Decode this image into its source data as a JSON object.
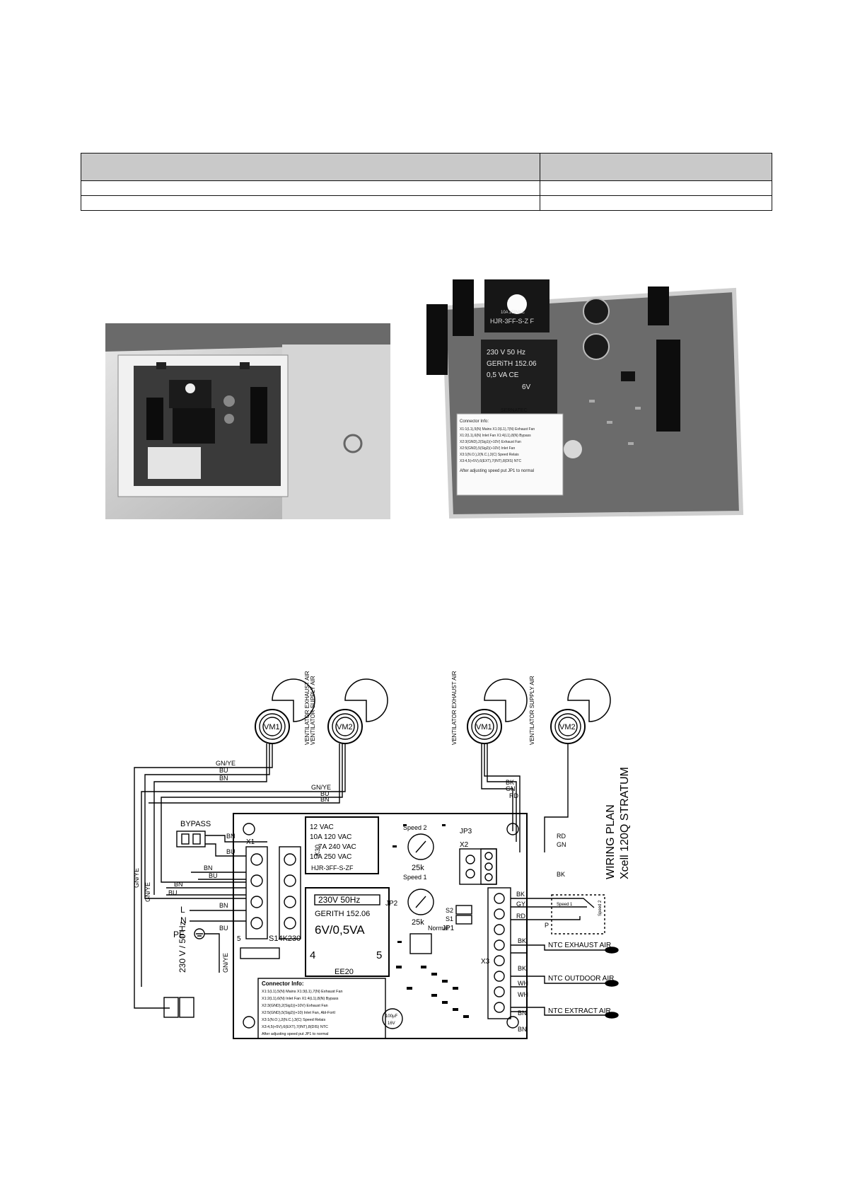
{
  "table": {
    "header": [
      "",
      ""
    ],
    "rows": [
      [
        "",
        ""
      ],
      [
        "",
        ""
      ]
    ]
  },
  "photo_right": {
    "relay_lines": [
      "HJR-3FF-S-Z F",
      "10A 250VAC"
    ],
    "transformer_lines": [
      "230 V 50 Hz",
      "GERiTH 152.06",
      "0,5 VA  CE",
      "6V"
    ],
    "brand": "SERNATEC",
    "label_title": "Connector Info:",
    "label_lines": [
      "X1:1(L1),5(N) Mains   X1:3(L1),7(N) Exhaust Fan",
      "X1:2(L1),6(N) Inlet Fan  X1:4(L1),8(N) Bypass",
      "X2:3(GND),2(Sig1)(+10V) Exhaust Fan",
      "X2:5(GND),5(Sig2)(+10V) Inlet Fan",
      "X3:1(N.O.),2(N.C.),3(C) Speed Relais",
      "X3:4,5(+5V),6(EXT),7(INT),8(DIS) NTC"
    ],
    "label_footer": "After adjusting speed put JP1 to normal"
  },
  "wiring": {
    "fans": [
      {
        "id": "VM1",
        "caption": "VENTILATOR EXHAUST AIR"
      },
      {
        "id": "VM2",
        "caption": "VENTILATOR SUPPLY AIR"
      },
      {
        "id": "VM1",
        "caption": "VENTILATOR EXHAUST AIR"
      },
      {
        "id": "VM2",
        "caption": "VENTILATOR SUPPLY AIR"
      }
    ],
    "title_line1": "WIRING PLAN",
    "title_line2": "Xcell 120Q   STRATUM",
    "relay_ratings": [
      "12 VAC",
      "10A 120 VAC",
      "7A 240 VAC",
      "10A 250 VAC"
    ],
    "relay_code": "K30",
    "relay_model": "HJR-3FF-S-ZF",
    "transformer": {
      "line1": "230V 50Hz",
      "line2": "GERITH  152.06",
      "line3": "6V/0,5VA",
      "pin_left": "4",
      "pin_right": "5",
      "model": "EE20"
    },
    "connectors": {
      "x1": "X1",
      "x2": "X2",
      "x3": "X3"
    },
    "jumpers": {
      "jp1": "JP1",
      "jp2": "JP2",
      "jp3": "JP3",
      "s1": "S1",
      "s2": "S2",
      "normal": "Normal"
    },
    "speed1": "Speed 1",
    "speed2": "Speed 2",
    "pot_value": "25k",
    "bypass": "BYPASS",
    "mains_L": "L",
    "mains_N": "N",
    "mains_PE": "PE",
    "mains_spec": "230 V / 50 Hz",
    "fuse_pin": "5",
    "fuse_code": "S14K230",
    "capacitor_lines": [
      "100µF",
      "16V"
    ],
    "wire_colors": {
      "gnye": "GN/YE",
      "bu": "BU",
      "bn": "BN",
      "bk": "BK",
      "gn": "GN",
      "rd": "RD",
      "gy": "GY",
      "wh": "WH",
      "p": "P"
    },
    "ntc": [
      "NTC EXHAUST AIR",
      "NTC OUTDOOR AIR",
      "NTC EXTRACT AIR"
    ],
    "connector_info_title": "Connector Info:",
    "connector_info": [
      "X1:1(L1),5(N) Mains   X1:3(L1),7(N) Exhaust Fan",
      "X1:2(L1),6(N) Inlet Fan  X1:4(L1),8(N) Bypass",
      "X2:3(GND),2(Sig1)(+10V) Exhaust Fan",
      "X2:5(GND),5(Sig2)(+10) Inlet Fan, Abl-Fortl",
      "X3:1(N.O.),2(N.C.),3(C) Speed Relais",
      "X3:4,5(+5V),6(EXT),7(INT),8(DIS) NTC",
      "After adjusting speed put JP1 to normal"
    ]
  }
}
